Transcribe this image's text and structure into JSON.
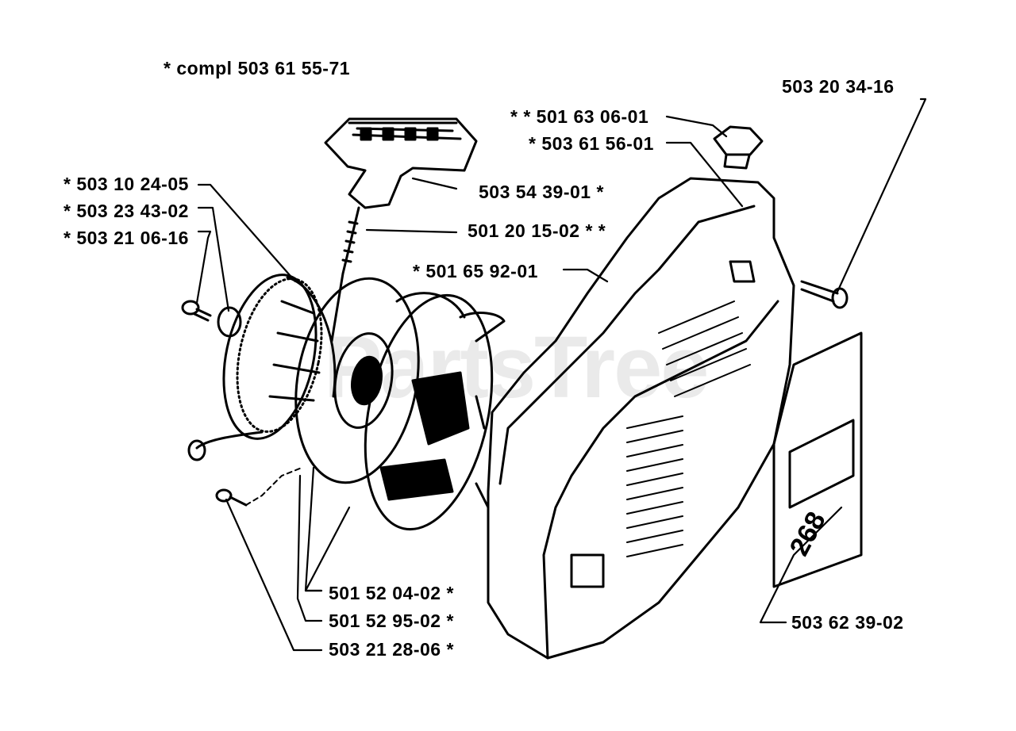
{
  "diagram": {
    "kit_label": "* compl 503 61 55-71",
    "watermark_text": "PartsTree",
    "labels": {
      "p_503_20_34_16": "503 20 34-16",
      "p_501_63_06_01": "* * 501 63 06-01",
      "p_503_61_56_01": "* 503 61 56-01",
      "p_503_10_24_05": "* 503 10 24-05",
      "p_503_23_43_02": "* 503 23 43-02",
      "p_503_21_06_16": "* 503 21 06-16",
      "p_503_54_39_01": "503 54 39-01 *",
      "p_501_20_15_02": "501 20 15-02 * *",
      "p_501_65_92_01": "* 501 65 92-01",
      "p_501_52_04_02": "501 52 04-02 *",
      "p_501_52_95_02": "501 52 95-02 *",
      "p_503_21_28_06": "503 21 28-06 *",
      "p_503_62_39_02": "503 62 39-02"
    },
    "decal_text": "268",
    "line_color": "#000000",
    "background": "#ffffff"
  }
}
